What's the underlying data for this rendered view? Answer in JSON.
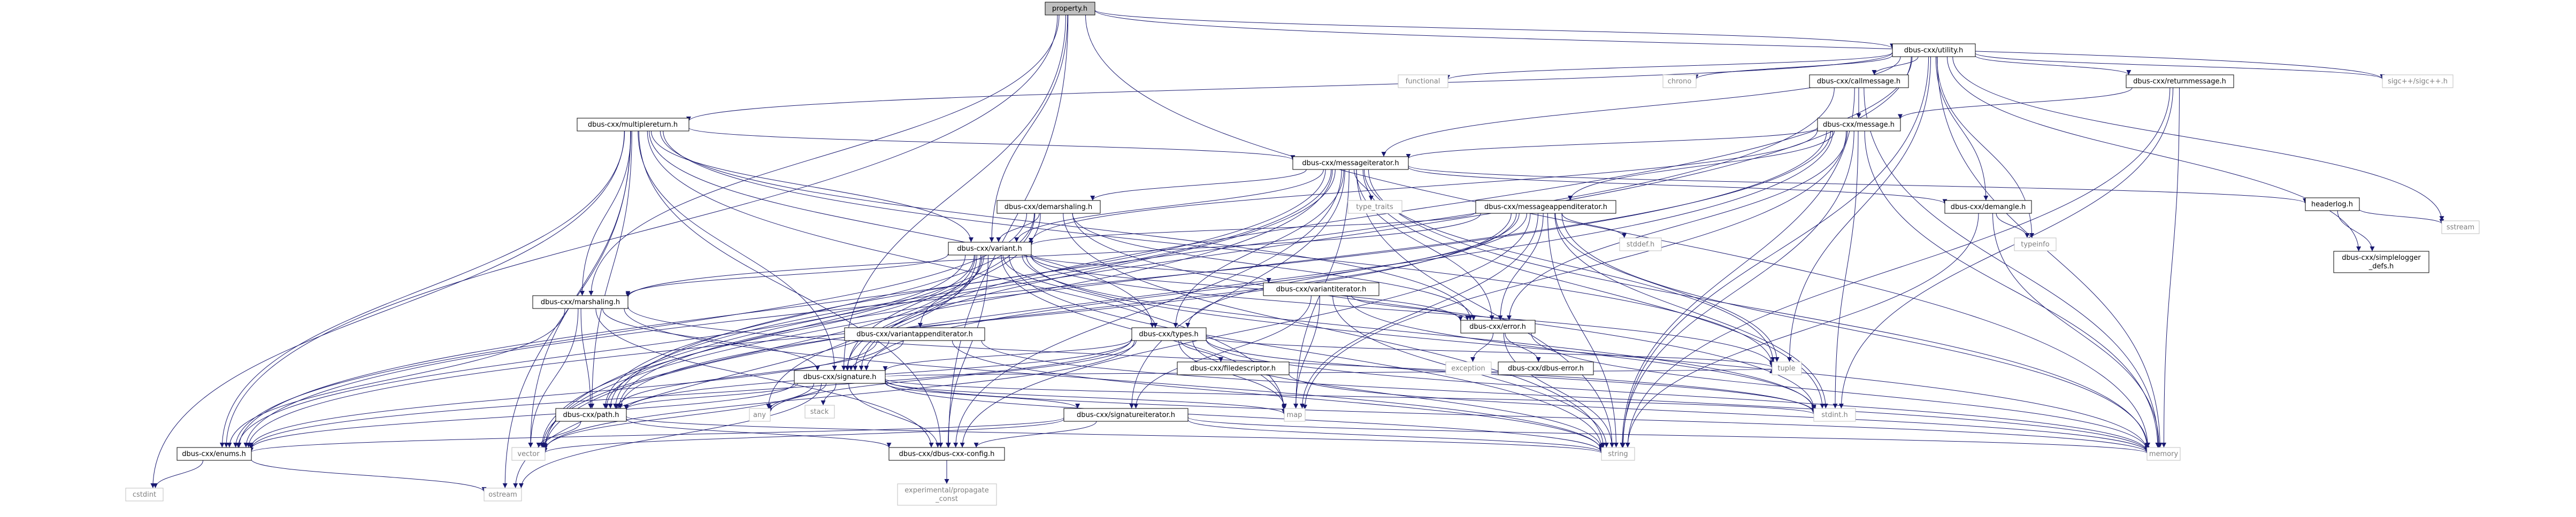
{
  "colors": {
    "edge": "#191970",
    "node_border": "#000000",
    "ext_border": "#bfbfbf",
    "ext_text": "#7f7f7f",
    "root_fill": "#bfbfbf",
    "fill": "#ffffff"
  },
  "graph": {
    "nodes": [
      {
        "id": "root",
        "label": [
          "property.h"
        ],
        "kind": "root"
      },
      {
        "id": "utility",
        "label": [
          "dbus-cxx/utility.h"
        ],
        "kind": "file"
      },
      {
        "id": "functional",
        "label": [
          "functional"
        ],
        "kind": "ext"
      },
      {
        "id": "chrono",
        "label": [
          "chrono"
        ],
        "kind": "ext"
      },
      {
        "id": "callmessage",
        "label": [
          "dbus-cxx/callmessage.h"
        ],
        "kind": "file"
      },
      {
        "id": "returnmessage",
        "label": [
          "dbus-cxx/returnmessage.h"
        ],
        "kind": "file"
      },
      {
        "id": "sigc",
        "label": [
          "sigc++/sigc++.h"
        ],
        "kind": "ext"
      },
      {
        "id": "multiplereturn",
        "label": [
          "dbus-cxx/multiplereturn.h"
        ],
        "kind": "file"
      },
      {
        "id": "message",
        "label": [
          "dbus-cxx/message.h"
        ],
        "kind": "file"
      },
      {
        "id": "messageiterator",
        "label": [
          "dbus-cxx/messageiterator.h"
        ],
        "kind": "file"
      },
      {
        "id": "headerlog",
        "label": [
          "headerlog.h"
        ],
        "kind": "file"
      },
      {
        "id": "simplelogger",
        "label": [
          "dbus-cxx/simplelogger",
          "_defs.h"
        ],
        "kind": "file"
      },
      {
        "id": "sstream",
        "label": [
          "sstream"
        ],
        "kind": "ext"
      },
      {
        "id": "demarshaling",
        "label": [
          "dbus-cxx/demarshaling.h"
        ],
        "kind": "file"
      },
      {
        "id": "typetraits",
        "label": [
          "type_traits"
        ],
        "kind": "ext"
      },
      {
        "id": "msgappenditer",
        "label": [
          "dbus-cxx/messageappenditerator.h"
        ],
        "kind": "file"
      },
      {
        "id": "demangle",
        "label": [
          "dbus-cxx/demangle.h"
        ],
        "kind": "file"
      },
      {
        "id": "typeinfo",
        "label": [
          "typeinfo"
        ],
        "kind": "ext"
      },
      {
        "id": "stddef",
        "label": [
          "stddef.h"
        ],
        "kind": "ext"
      },
      {
        "id": "variant",
        "label": [
          "dbus-cxx/variant.h"
        ],
        "kind": "file"
      },
      {
        "id": "variantiterator",
        "label": [
          "dbus-cxx/variantiterator.h"
        ],
        "kind": "file"
      },
      {
        "id": "marshaling",
        "label": [
          "dbus-cxx/marshaling.h"
        ],
        "kind": "file"
      },
      {
        "id": "variantappenditer",
        "label": [
          "dbus-cxx/variantappenditerator.h"
        ],
        "kind": "file"
      },
      {
        "id": "types",
        "label": [
          "dbus-cxx/types.h"
        ],
        "kind": "file"
      },
      {
        "id": "error",
        "label": [
          "dbus-cxx/error.h"
        ],
        "kind": "file"
      },
      {
        "id": "exception",
        "label": [
          "exception"
        ],
        "kind": "ext"
      },
      {
        "id": "dbuserror",
        "label": [
          "dbus-cxx/dbus-error.h"
        ],
        "kind": "file"
      },
      {
        "id": "filedescriptor",
        "label": [
          "dbus-cxx/filedescriptor.h"
        ],
        "kind": "file"
      },
      {
        "id": "tuple",
        "label": [
          "tuple"
        ],
        "kind": "ext"
      },
      {
        "id": "signature",
        "label": [
          "dbus-cxx/signature.h"
        ],
        "kind": "file"
      },
      {
        "id": "stack",
        "label": [
          "stack"
        ],
        "kind": "ext"
      },
      {
        "id": "map",
        "label": [
          "map"
        ],
        "kind": "ext"
      },
      {
        "id": "any",
        "label": [
          "any"
        ],
        "kind": "ext"
      },
      {
        "id": "path",
        "label": [
          "dbus-cxx/path.h"
        ],
        "kind": "file"
      },
      {
        "id": "sigiter",
        "label": [
          "dbus-cxx/signatureiterator.h"
        ],
        "kind": "file"
      },
      {
        "id": "stdint",
        "label": [
          "stdint.h"
        ],
        "kind": "ext"
      },
      {
        "id": "enums",
        "label": [
          "dbus-cxx/enums.h"
        ],
        "kind": "file"
      },
      {
        "id": "vector",
        "label": [
          "vector"
        ],
        "kind": "ext"
      },
      {
        "id": "dbuscxxconfig",
        "label": [
          "dbus-cxx/dbus-cxx-config.h"
        ],
        "kind": "file"
      },
      {
        "id": "string",
        "label": [
          "string"
        ],
        "kind": "ext"
      },
      {
        "id": "memory",
        "label": [
          "memory"
        ],
        "kind": "ext"
      },
      {
        "id": "cstdint",
        "label": [
          "cstdint"
        ],
        "kind": "ext"
      },
      {
        "id": "ostream",
        "label": [
          "ostream"
        ],
        "kind": "ext"
      },
      {
        "id": "expprop",
        "label": [
          "experimental/propagate",
          "_const"
        ],
        "kind": "ext"
      }
    ],
    "edges": [
      [
        "root",
        "utility"
      ],
      [
        "root",
        "sigc"
      ],
      [
        "root",
        "memory"
      ],
      [
        "root",
        "variant"
      ],
      [
        "root",
        "marshaling"
      ],
      [
        "root",
        "enums"
      ],
      [
        "root",
        "dbuscxxconfig"
      ],
      [
        "root",
        "signature"
      ],
      [
        "utility",
        "functional"
      ],
      [
        "utility",
        "chrono"
      ],
      [
        "utility",
        "callmessage"
      ],
      [
        "utility",
        "returnmessage"
      ],
      [
        "utility",
        "sigc"
      ],
      [
        "utility",
        "multiplereturn"
      ],
      [
        "utility",
        "messageiterator"
      ],
      [
        "utility",
        "demangle"
      ],
      [
        "utility",
        "typeinfo"
      ],
      [
        "utility",
        "simplelogger"
      ],
      [
        "utility",
        "sstream"
      ],
      [
        "utility",
        "tuple"
      ],
      [
        "utility",
        "string"
      ],
      [
        "utility",
        "memory"
      ],
      [
        "utility",
        "vector"
      ],
      [
        "utility",
        "signature"
      ],
      [
        "callmessage",
        "message"
      ],
      [
        "callmessage",
        "memory"
      ],
      [
        "callmessage",
        "string"
      ],
      [
        "callmessage",
        "path"
      ],
      [
        "returnmessage",
        "message"
      ],
      [
        "returnmessage",
        "memory"
      ],
      [
        "returnmessage",
        "string"
      ],
      [
        "returnmessage",
        "stdint"
      ],
      [
        "multiplereturn",
        "messageiterator"
      ],
      [
        "multiplereturn",
        "variant"
      ],
      [
        "multiplereturn",
        "marshaling"
      ],
      [
        "multiplereturn",
        "signature"
      ],
      [
        "multiplereturn",
        "tuple"
      ],
      [
        "multiplereturn",
        "types"
      ],
      [
        "multiplereturn",
        "error"
      ],
      [
        "multiplereturn",
        "enums"
      ],
      [
        "multiplereturn",
        "path"
      ],
      [
        "multiplereturn",
        "vector"
      ],
      [
        "multiplereturn",
        "cstdint"
      ],
      [
        "multiplereturn",
        "ostream"
      ],
      [
        "multiplereturn",
        "map"
      ],
      [
        "multiplereturn",
        "dbuscxxconfig"
      ],
      [
        "message",
        "messageiterator"
      ],
      [
        "message",
        "msgappenditer"
      ],
      [
        "message",
        "error"
      ],
      [
        "message",
        "enums"
      ],
      [
        "message",
        "path"
      ],
      [
        "message",
        "variant"
      ],
      [
        "message",
        "string"
      ],
      [
        "message",
        "memory"
      ],
      [
        "message",
        "stdint"
      ],
      [
        "message",
        "map"
      ],
      [
        "message",
        "vector"
      ],
      [
        "messageiterator",
        "headerlog"
      ],
      [
        "messageiterator",
        "demarshaling"
      ],
      [
        "messageiterator",
        "typetraits"
      ],
      [
        "messageiterator",
        "demangle"
      ],
      [
        "messageiterator",
        "variant"
      ],
      [
        "messageiterator",
        "types"
      ],
      [
        "messageiterator",
        "error"
      ],
      [
        "messageiterator",
        "signature"
      ],
      [
        "messageiterator",
        "sigiter"
      ],
      [
        "messageiterator",
        "enums"
      ],
      [
        "messageiterator",
        "path"
      ],
      [
        "messageiterator",
        "tuple"
      ],
      [
        "messageiterator",
        "map"
      ],
      [
        "messageiterator",
        "vector"
      ],
      [
        "messageiterator",
        "stdint"
      ],
      [
        "messageiterator",
        "string"
      ],
      [
        "messageiterator",
        "memory"
      ],
      [
        "messageiterator",
        "dbuscxxconfig"
      ],
      [
        "headerlog",
        "simplelogger"
      ],
      [
        "headerlog",
        "sstream"
      ],
      [
        "demarshaling",
        "variant"
      ],
      [
        "demarshaling",
        "enums"
      ],
      [
        "demarshaling",
        "path"
      ],
      [
        "demarshaling",
        "signature"
      ],
      [
        "demarshaling",
        "error"
      ],
      [
        "demarshaling",
        "stdint"
      ],
      [
        "demarshaling",
        "string"
      ],
      [
        "demarshaling",
        "vector"
      ],
      [
        "msgappenditer",
        "variant"
      ],
      [
        "msgappenditer",
        "marshaling"
      ],
      [
        "msgappenditer",
        "types"
      ],
      [
        "msgappenditer",
        "error"
      ],
      [
        "msgappenditer",
        "signature"
      ],
      [
        "msgappenditer",
        "stddef"
      ],
      [
        "msgappenditer",
        "enums"
      ],
      [
        "msgappenditer",
        "path"
      ],
      [
        "msgappenditer",
        "tuple"
      ],
      [
        "msgappenditer",
        "map"
      ],
      [
        "msgappenditer",
        "stdint"
      ],
      [
        "msgappenditer",
        "string"
      ],
      [
        "msgappenditer",
        "memory"
      ],
      [
        "msgappenditer",
        "dbuscxxconfig"
      ],
      [
        "demangle",
        "typeinfo"
      ],
      [
        "demangle",
        "string"
      ],
      [
        "demangle",
        "memory"
      ],
      [
        "variant",
        "variantiterator"
      ],
      [
        "variant",
        "marshaling"
      ],
      [
        "variant",
        "variantappenditer"
      ],
      [
        "variant",
        "types"
      ],
      [
        "variant",
        "error"
      ],
      [
        "variant",
        "signature"
      ],
      [
        "variant",
        "enums"
      ],
      [
        "variant",
        "path"
      ],
      [
        "variant",
        "any"
      ],
      [
        "variant",
        "ostream"
      ],
      [
        "variant",
        "map"
      ],
      [
        "variant",
        "vector"
      ],
      [
        "variant",
        "tuple"
      ],
      [
        "variant",
        "stdint"
      ],
      [
        "variant",
        "string"
      ],
      [
        "variant",
        "memory"
      ],
      [
        "variant",
        "dbuscxxconfig"
      ],
      [
        "variantiterator",
        "error"
      ],
      [
        "variantiterator",
        "sigiter"
      ],
      [
        "variantiterator",
        "map"
      ],
      [
        "variantiterator",
        "string"
      ],
      [
        "variantiterator",
        "stdint"
      ],
      [
        "marshaling",
        "signature"
      ],
      [
        "marshaling",
        "enums"
      ],
      [
        "marshaling",
        "path"
      ],
      [
        "marshaling",
        "vector"
      ],
      [
        "marshaling",
        "string"
      ],
      [
        "marshaling",
        "stdint"
      ],
      [
        "marshaling",
        "dbuscxxconfig"
      ],
      [
        "variantappenditer",
        "signature"
      ],
      [
        "variantappenditer",
        "path"
      ],
      [
        "variantappenditer",
        "enums"
      ],
      [
        "variantappenditer",
        "string"
      ],
      [
        "variantappenditer",
        "memory"
      ],
      [
        "types",
        "signature"
      ],
      [
        "types",
        "filedescriptor"
      ],
      [
        "types",
        "path"
      ],
      [
        "types",
        "enums"
      ],
      [
        "types",
        "tuple"
      ],
      [
        "types",
        "any"
      ],
      [
        "types",
        "vector"
      ],
      [
        "types",
        "string"
      ],
      [
        "types",
        "memory"
      ],
      [
        "types",
        "stdint"
      ],
      [
        "types",
        "map"
      ],
      [
        "error",
        "exception"
      ],
      [
        "error",
        "dbuserror"
      ],
      [
        "error",
        "string"
      ],
      [
        "error",
        "memory"
      ],
      [
        "filedescriptor",
        "memory"
      ],
      [
        "signature",
        "stack"
      ],
      [
        "signature",
        "map"
      ],
      [
        "signature",
        "any"
      ],
      [
        "signature",
        "path"
      ],
      [
        "signature",
        "sigiter"
      ],
      [
        "signature",
        "enums"
      ],
      [
        "signature",
        "vector"
      ],
      [
        "signature",
        "string"
      ],
      [
        "signature",
        "memory"
      ],
      [
        "signature",
        "dbuscxxconfig"
      ],
      [
        "signature",
        "ostream"
      ],
      [
        "signature",
        "stdint"
      ],
      [
        "signature",
        "tuple"
      ],
      [
        "path",
        "string"
      ],
      [
        "path",
        "vector"
      ],
      [
        "path",
        "dbuscxxconfig"
      ],
      [
        "sigiter",
        "enums"
      ],
      [
        "sigiter",
        "string"
      ],
      [
        "sigiter",
        "memory"
      ],
      [
        "sigiter",
        "vector"
      ],
      [
        "sigiter",
        "dbuscxxconfig"
      ],
      [
        "enums",
        "ostream"
      ],
      [
        "enums",
        "cstdint"
      ],
      [
        "dbuscxxconfig",
        "expprop"
      ]
    ]
  }
}
